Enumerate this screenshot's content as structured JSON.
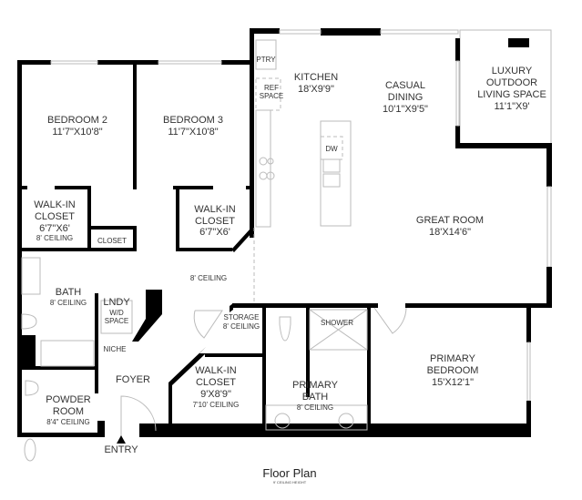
{
  "title": "Floor Plan",
  "subtitle": "9' CEILING HEIGHT",
  "entry": "ENTRY",
  "rooms": {
    "bedroom2": {
      "name": "BEDROOM 2",
      "size": "11'7\"X10'8\""
    },
    "bedroom3": {
      "name": "BEDROOM 3",
      "size": "11'7\"X10'8\""
    },
    "wic1": {
      "name1": "WALK-IN",
      "name2": "CLOSET",
      "size": "6'7\"X6'",
      "ceiling": "8' CEILING"
    },
    "closet": {
      "name": "CLOSET"
    },
    "wic2": {
      "name1": "WALK-IN",
      "name2": "CLOSET",
      "size": "6'7\"X6'"
    },
    "pantry": {
      "name": "PTRY"
    },
    "ref": {
      "name1": "REF",
      "name2": "SPACE"
    },
    "kitchen": {
      "name": "KITCHEN",
      "size": "18'X9'9\""
    },
    "dining": {
      "name1": "CASUAL",
      "name2": "DINING",
      "size": "10'1\"X9'5\""
    },
    "outdoor": {
      "name1": "LUXURY",
      "name2": "OUTDOOR",
      "name3": "LIVING SPACE",
      "size": "11'1\"X9'"
    },
    "dw": {
      "name": "DW"
    },
    "great": {
      "name": "GREAT ROOM",
      "size": "18'X14'6\""
    },
    "hall": {
      "ceiling": "8' CEILING"
    },
    "bath": {
      "name": "BATH",
      "ceiling": "8' CEILING"
    },
    "laundry": {
      "name": "LNDY",
      "sub1": "W/D",
      "sub2": "SPACE"
    },
    "storage": {
      "name": "STORAGE",
      "ceiling": "8' CEILING"
    },
    "shower": {
      "name": "SHOWER"
    },
    "niche": {
      "name": "NICHE"
    },
    "foyer": {
      "name": "FOYER"
    },
    "wic3": {
      "name1": "WALK-IN",
      "name2": "CLOSET",
      "size": "9'X8'9\"",
      "ceiling": "7'10' CEILING"
    },
    "pbath": {
      "name1": "PRIMARY",
      "name2": "BATH",
      "ceiling": "8' CEILING"
    },
    "pbed": {
      "name1": "PRIMARY",
      "name2": "BEDROOM",
      "size": "15'X12'1\""
    },
    "powder": {
      "name1": "POWDER",
      "name2": "ROOM",
      "ceiling": "8'4\" CEILING"
    }
  }
}
